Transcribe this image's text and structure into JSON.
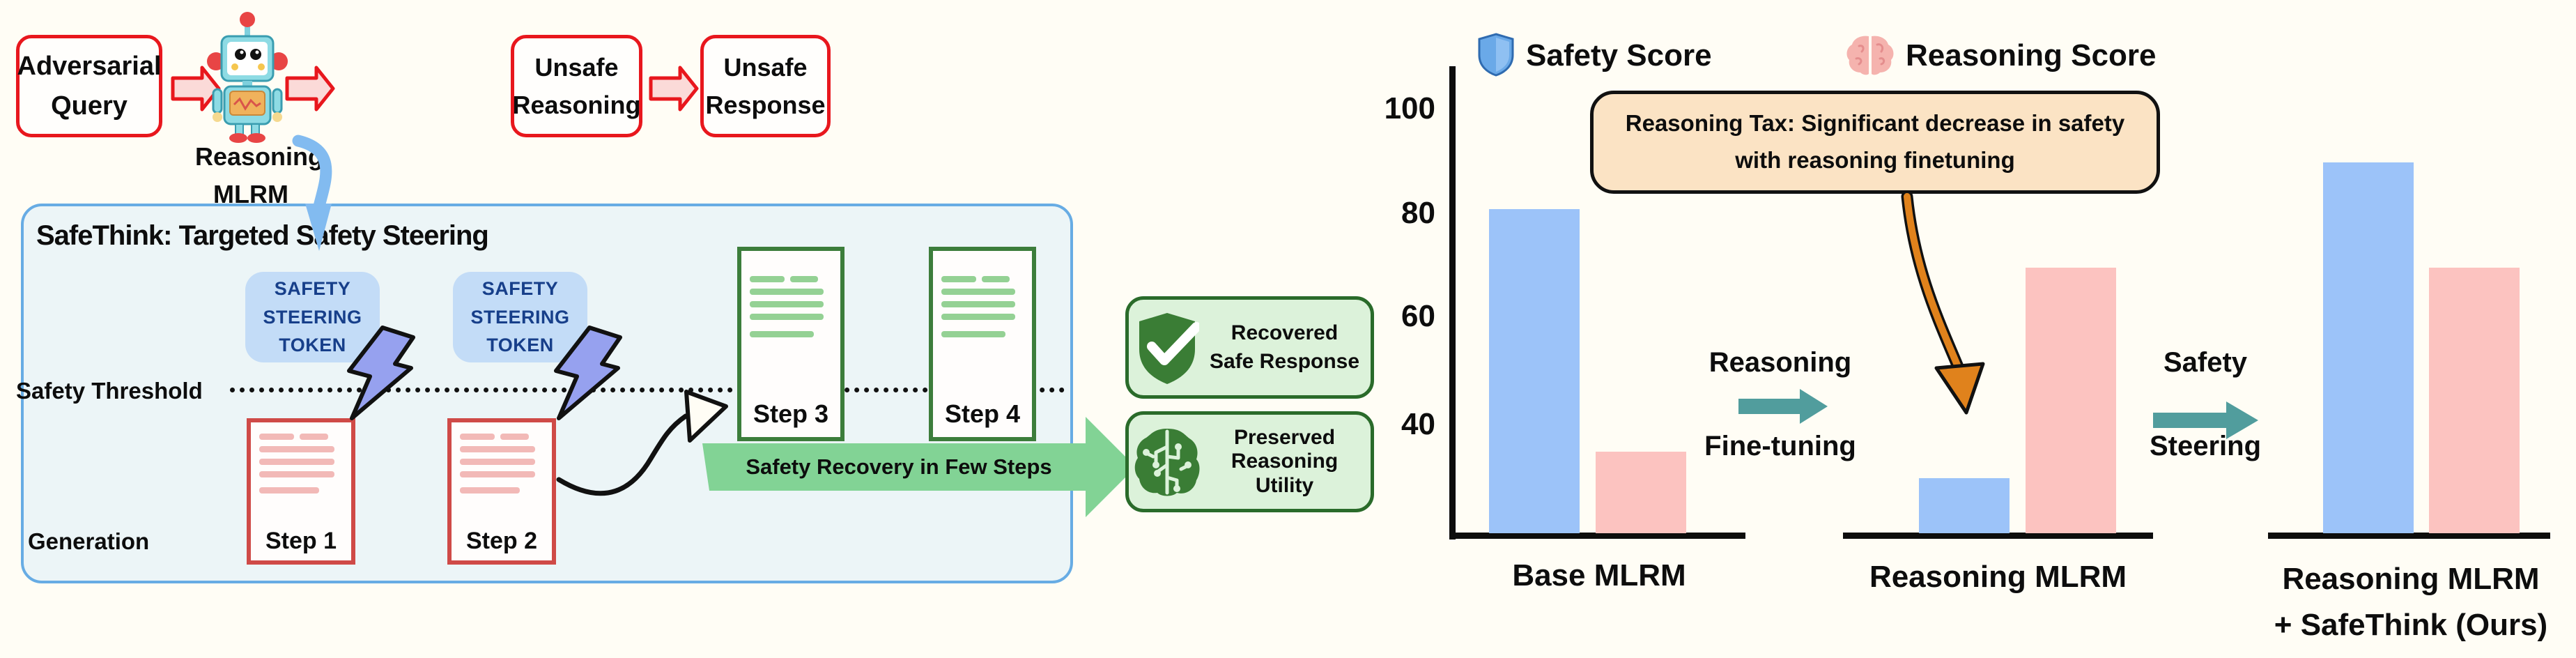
{
  "flow": {
    "adversarial": {
      "line1": "Adversarial",
      "line2": "Query"
    },
    "model_label": {
      "line1": "Reasoning",
      "line2": "MLRM"
    },
    "unsafe_reasoning": {
      "line1": "Unsafe",
      "line2": "Reasoning"
    },
    "unsafe_response": {
      "line1": "Unsafe",
      "line2": "Response"
    }
  },
  "safethink": {
    "title": "SafeThink: Targeted Safety Steering",
    "token_lines": [
      "SAFETY",
      "STEERING",
      "TOKEN"
    ],
    "threshold_label": "Safety Threshold",
    "generation_label": "Generation",
    "steps": [
      "Step 1",
      "Step 2",
      "Step 3",
      "Step 4"
    ],
    "recovery_arrow_label": "Safety Recovery in Few Steps"
  },
  "outcomes": {
    "recovered_lines": [
      "Recovered",
      "Safe Response"
    ],
    "preserved_lines": [
      "Preserved",
      "Reasoning",
      "Utility"
    ]
  },
  "transitions": {
    "left": [
      "Reasoning",
      "Fine-tuning"
    ],
    "right": [
      "Safety",
      "Steering"
    ]
  },
  "icons": {
    "legend_safety": "shield-icon",
    "legend_reasoning": "brain-icon",
    "recovered": "shield-check-icon",
    "preserved": "circuit-brain-icon",
    "steering": "lightning-bolt-icon",
    "model": "robot-icon"
  },
  "colors": {
    "safety_bar": "#9cc3f9",
    "reasoning_bar": "#fcc3c0",
    "teal_arrow": "#519d9d",
    "orange_arrow": "#e0821c",
    "green_arrow": "#82d395",
    "red_accent": "#e8171d",
    "panel_border": "#67ace4",
    "badge_text": "#173f8a"
  },
  "chart_data": {
    "type": "bar",
    "title": "",
    "categories": [
      "Base MLRM",
      "Reasoning MLRM",
      "Reasoning MLRM + SafeThink (Ours)"
    ],
    "categories_lines": [
      [
        "Base MLRM"
      ],
      [
        "Reasoning MLRM"
      ],
      [
        "Reasoning MLRM",
        "+ SafeThink (Ours)"
      ]
    ],
    "series": [
      {
        "name": "Safety Score",
        "values": [
          81,
          30,
          90
        ]
      },
      {
        "name": "Reasoning Score",
        "values": [
          35,
          70,
          70
        ]
      }
    ],
    "legend": [
      {
        "name": "Safety Score",
        "color": "#9cc3f9"
      },
      {
        "name": "Reasoning Score",
        "color": "#fcc3c0"
      }
    ],
    "yticks": [
      100,
      80,
      60,
      40
    ],
    "ylim": [
      19,
      105
    ],
    "grid": false,
    "legend_position": "top",
    "annotation": {
      "bold": "Reasoning Tax:",
      "text": "Significant decrease in safety with reasoning finetuning"
    }
  }
}
